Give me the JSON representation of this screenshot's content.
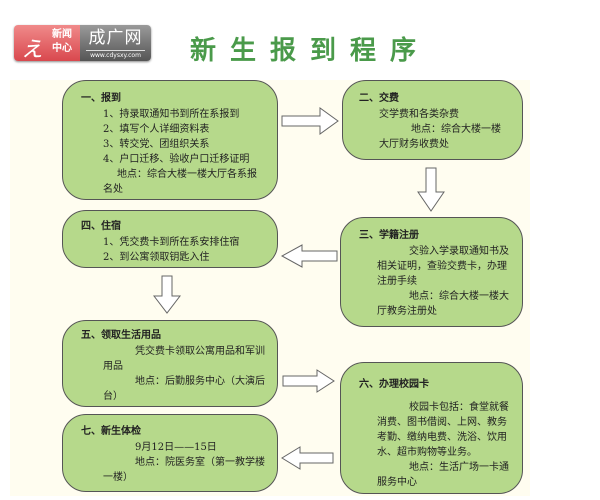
{
  "header": {
    "logo_left_top": "新闻",
    "logo_left_bottom": "中心",
    "logo_name": "成广网",
    "logo_url": "www.cdysxy.com",
    "title": "新生报到程序"
  },
  "steps": [
    {
      "title": "一、报到",
      "lines": [
        "1、持录取通知书到所在系报到",
        "2、填写个人详细资料表",
        "3、转交党、团组织关系",
        "4、户口迁移、验收户口迁移证明"
      ],
      "location": "地点：综合大楼一楼大厅各系报名处"
    },
    {
      "title": "二、交费",
      "lines": [
        "交学费和各类杂费"
      ],
      "location": "地点：综合大楼一楼大厅财务收费处"
    },
    {
      "title": "三、学籍注册",
      "lines": [
        "交验入学录取通知书及相关证明，查验交费卡，办理注册手续"
      ],
      "location": "地点：综合大楼一楼大厅教务注册处"
    },
    {
      "title": "四、住宿",
      "lines": [
        "1、凭交费卡到所在系安排住宿",
        "2、到公寓领取钥匙入住"
      ],
      "location": ""
    },
    {
      "title": "五、领取生活用品",
      "lines": [
        "凭交费卡领取公寓用品和军训用品"
      ],
      "location": "地点：后勤服务中心（大演后台）"
    },
    {
      "title": "六、办理校园卡",
      "lines": [
        "校园卡包括：食堂就餐消费、图书借阅、上网、教务考勤、缴纳电费、洗浴、饮用水、超市购物等业务。"
      ],
      "location": "地点：生活广场一卡通服务中心"
    },
    {
      "title": "七、新生体检",
      "lines": [
        "9月12日——15日"
      ],
      "location": "地点：院医务室（第一教学楼一楼）"
    }
  ],
  "colors": {
    "box": "#b6d98b",
    "title": "#4a9a4a",
    "panel": "#fffdf0"
  }
}
